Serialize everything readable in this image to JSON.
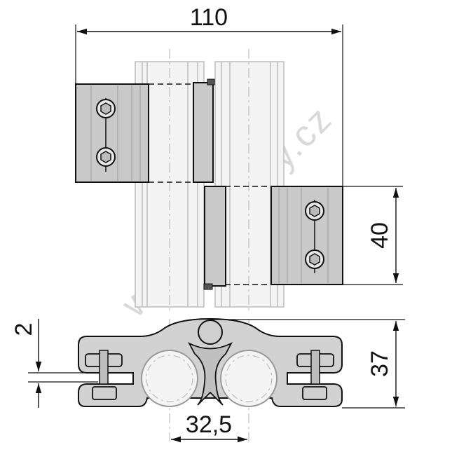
{
  "dimensions": {
    "width_overall": "110",
    "block_height": "40",
    "profile_height": "37",
    "thickness": "2",
    "tube_spacing": "32,5"
  },
  "watermark": "www.eprofily.cz",
  "colors": {
    "line": "#111111",
    "hinge_fill": "#c9c9c9",
    "hinge_dark": "#9a9a9a",
    "profile_fill": "#eeeeee",
    "profile_line": "#bdbdbd",
    "section_fill": "#cfcfcf",
    "watermark": "#d9d9d9"
  }
}
